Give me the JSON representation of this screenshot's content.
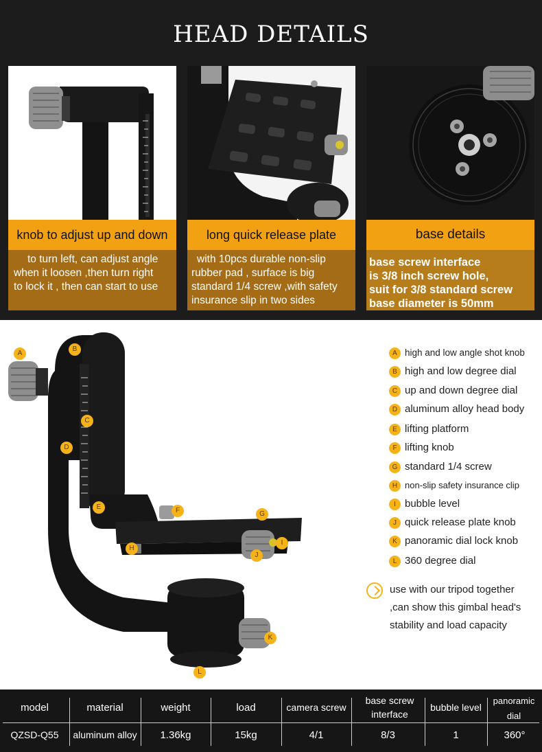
{
  "header": {
    "title": "HEAD DETAILS"
  },
  "panels": [
    {
      "label": "knob to adjust up and down",
      "lines": [
        "to turn left, can adjust angle",
        "when it loosen ,then turn right",
        "to lock it , then can start to use"
      ]
    },
    {
      "label": "long quick release plate",
      "lines": [
        "with 10pcs durable non-slip",
        "rubber pad ,  surface is big",
        "standard 1/4 screw ,with safety",
        "insurance slip in two sides"
      ]
    },
    {
      "label": "base details",
      "lines": [
        "base screw interface",
        "is 3/8 inch screw hole,",
        "suit for 3/8 standard screw",
        "base diameter is 50mm"
      ]
    }
  ],
  "features": [
    {
      "key": "A",
      "text": "high and low angle shot knob"
    },
    {
      "key": "B",
      "text": "high and low degree dial"
    },
    {
      "key": "C",
      "text": "up and down degree dial"
    },
    {
      "key": "D",
      "text": "aluminum alloy head body"
    },
    {
      "key": "E",
      "text": "lifting platform"
    },
    {
      "key": "F",
      "text": "lifting knob"
    },
    {
      "key": "G",
      "text": "standard 1/4 screw"
    },
    {
      "key": "H",
      "text": "non-slip safety insurance clip"
    },
    {
      "key": "I",
      "text": "bubble level"
    },
    {
      "key": "J",
      "text": "quick release plate knob"
    },
    {
      "key": "K",
      "text": "panoramic dial lock knob"
    },
    {
      "key": "L",
      "text": "360 degree dial"
    }
  ],
  "note": {
    "lines": [
      "use with our tripod together",
      ",can show this gimbal head's",
      "stability and load capacity"
    ]
  },
  "spec_table": {
    "headers": [
      "model",
      "material",
      "weight",
      "load",
      "camera screw",
      "base screw interface",
      "bubble level",
      "panoramic dial"
    ],
    "values": [
      "QZSD-Q55",
      "aluminum alloy",
      "1.36kg",
      "15kg",
      "4/1",
      "8/3",
      "1",
      "360°"
    ]
  },
  "colors": {
    "accent": "#f2a112",
    "desc_bg": "#a46c16",
    "dark_bg": "#1c1c1c"
  }
}
